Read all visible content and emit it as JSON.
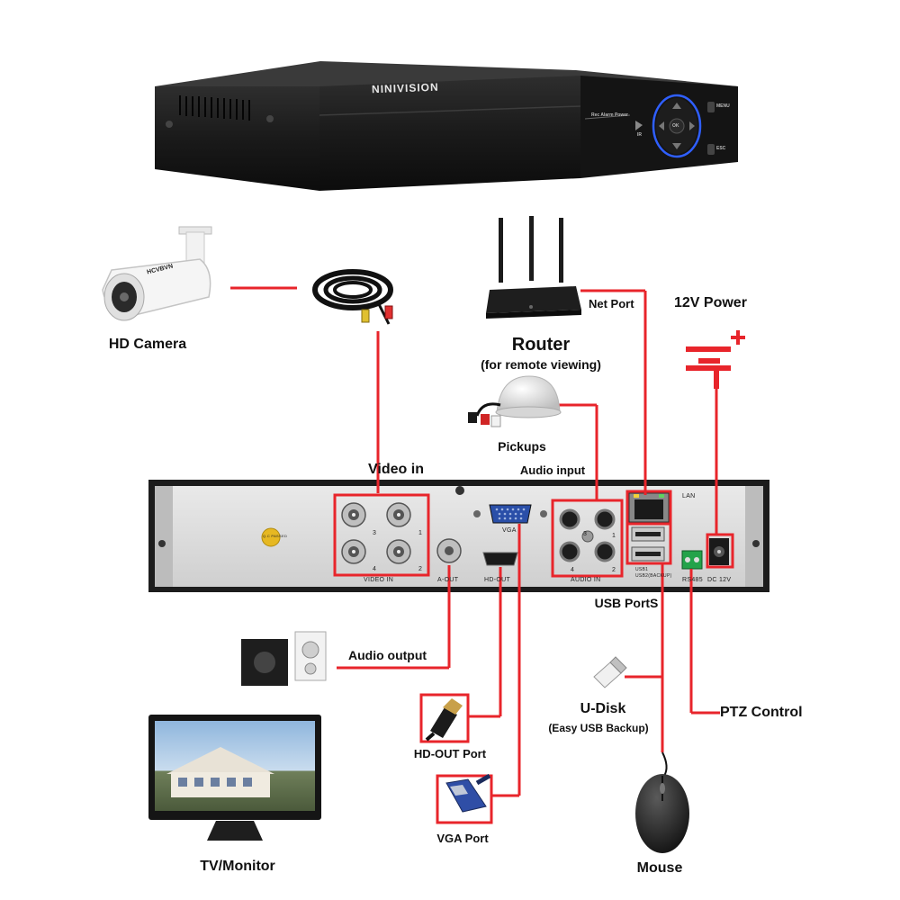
{
  "brand": "NINIVISION",
  "camera_brand": "HCVBVN",
  "labels": {
    "hd_camera": "HD Camera",
    "router": "Router",
    "router_sub": "(for remote viewing)",
    "net_port": "Net Port",
    "power_12v": "12V Power",
    "pickups": "Pickups",
    "video_in": "Video in",
    "audio_input": "Audio input",
    "usb_ports": "USB PortS",
    "audio_output": "Audio output",
    "u_disk": "U-Disk",
    "u_disk_sub": "(Easy USB Backup)",
    "ptz_control": "PTZ Control",
    "hd_out_port": "HD-OUT Port",
    "vga_port": "VGA Port",
    "tv_monitor": "TV/Monitor",
    "mouse": "Mouse"
  },
  "panel": {
    "video_in": "VIDEO IN",
    "a_out": "A-OUT",
    "hd_out": "HD-OUT",
    "vga": "VGA",
    "audio_in": "AUDIO IN",
    "lan": "LAN",
    "rs485": "RS485",
    "dc12v": "DC 12V",
    "usb1": "USB1",
    "usb2": "USB2(BACKUP)",
    "qc": "Q.C PASSED",
    "ch1": "1",
    "ch2": "2",
    "ch3": "3",
    "ch4": "4"
  },
  "front_panel": {
    "menu": "MENU",
    "esc": "ESC",
    "ok": "OK",
    "ir": "IR",
    "leds": "Rec  Alarm  Power"
  },
  "colors": {
    "connector": "#e8252b",
    "dvr_body": "#1b1b1b",
    "panel_metal": "#dcdcdc"
  }
}
